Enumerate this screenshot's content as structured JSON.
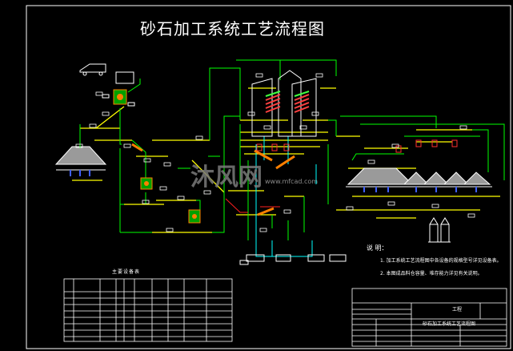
{
  "title": "砂石加工系统工艺流程图",
  "watermark": {
    "brand": "沐风网",
    "url": "www.mfcad.com"
  },
  "notes": {
    "heading": "说 明：",
    "items": [
      "1. 加工系统工艺流程图中各设备的规格型号详见设备表。",
      "2. 本图成品料仓容量、堆存能力详见有关说明。"
    ]
  },
  "equipment_table": {
    "heading": "主要设备表"
  },
  "title_block": {
    "stage": "工程",
    "drawing_name": "砂石加工系统工艺流程图"
  },
  "colors": {
    "background": "#000000",
    "conveyor": "#ffff00",
    "flow_line": "#00ff00",
    "water_line": "#00ffff",
    "frame": "#ffffff",
    "equipment": "#ff8000",
    "bin": "#ff0000"
  },
  "icons": [
    "dump-truck-icon",
    "crusher-icon",
    "screen-icon",
    "stockpile-icon",
    "silo-icon"
  ]
}
